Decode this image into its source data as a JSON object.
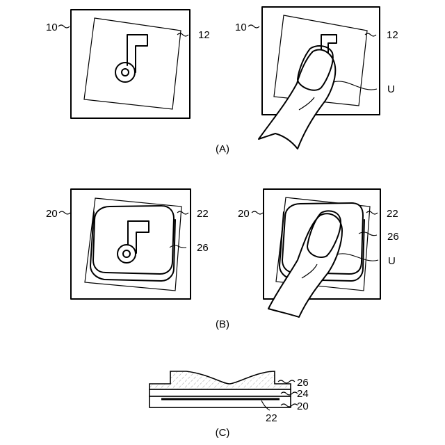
{
  "figure": {
    "captions": {
      "a": "(A)",
      "b": "(B)",
      "c": "(C)"
    },
    "labels": {
      "display_a": "10",
      "image_a": "12",
      "user": "U",
      "display_b": "20",
      "image_b": "22",
      "cover": "26",
      "layer_mid": "24"
    }
  },
  "icons": {
    "music_note": "music-note-icon",
    "finger": "finger-icon",
    "tilde_marker": "tilde-leader"
  }
}
